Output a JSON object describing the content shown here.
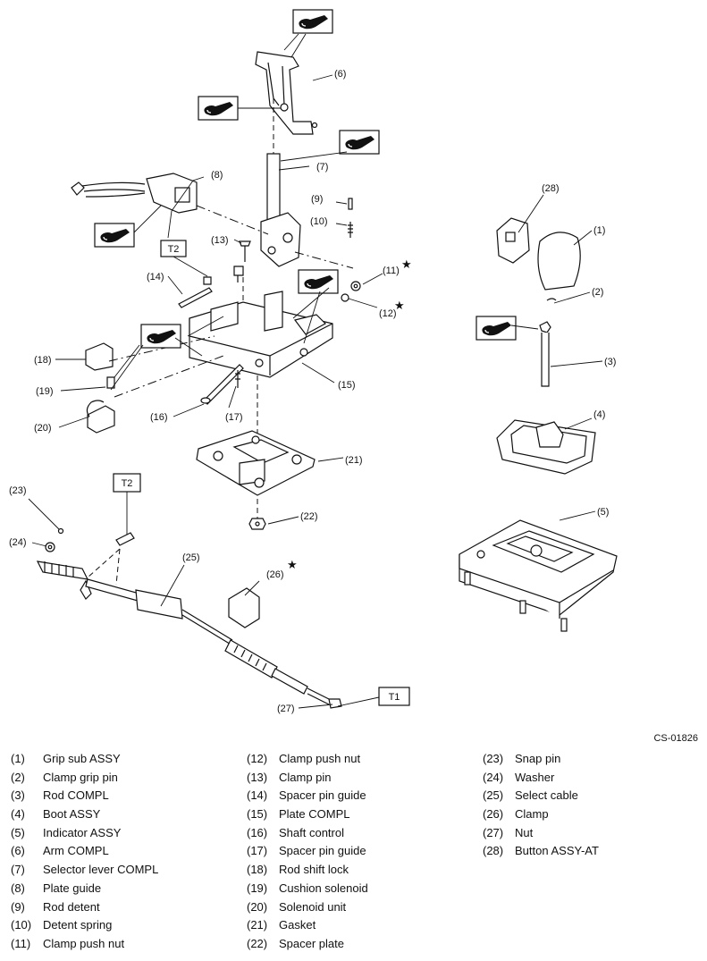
{
  "figure_code": "CS-01826",
  "torque_labels": [
    "T2",
    "T2",
    "T1"
  ],
  "callouts": [
    "(1)",
    "(2)",
    "(3)",
    "(4)",
    "(5)",
    "(6)",
    "(7)",
    "(8)",
    "(9)",
    "(10)",
    "(11)",
    "(12)",
    "(13)",
    "(14)",
    "(15)",
    "(16)",
    "(17)",
    "(18)",
    "(19)",
    "(20)",
    "(21)",
    "(22)",
    "(23)",
    "(24)",
    "(25)",
    "(26)",
    "(27)",
    "(28)"
  ],
  "star_mark": "★",
  "legend": [
    {
      "num": "(1)",
      "name": "Grip sub ASSY"
    },
    {
      "num": "(2)",
      "name": "Clamp grip pin"
    },
    {
      "num": "(3)",
      "name": "Rod COMPL"
    },
    {
      "num": "(4)",
      "name": "Boot ASSY"
    },
    {
      "num": "(5)",
      "name": "Indicator ASSY"
    },
    {
      "num": "(6)",
      "name": "Arm COMPL"
    },
    {
      "num": "(7)",
      "name": "Selector lever COMPL"
    },
    {
      "num": "(8)",
      "name": "Plate guide"
    },
    {
      "num": "(9)",
      "name": "Rod detent"
    },
    {
      "num": "(10)",
      "name": "Detent spring"
    },
    {
      "num": "(11)",
      "name": "Clamp push nut"
    },
    {
      "num": "(12)",
      "name": "Clamp push nut"
    },
    {
      "num": "(13)",
      "name": "Clamp pin"
    },
    {
      "num": "(14)",
      "name": "Spacer pin guide"
    },
    {
      "num": "(15)",
      "name": "Plate COMPL"
    },
    {
      "num": "(16)",
      "name": "Shaft control"
    },
    {
      "num": "(17)",
      "name": "Spacer pin guide"
    },
    {
      "num": "(18)",
      "name": "Rod shift lock"
    },
    {
      "num": "(19)",
      "name": "Cushion solenoid"
    },
    {
      "num": "(20)",
      "name": "Solenoid unit"
    },
    {
      "num": "(21)",
      "name": "Gasket"
    },
    {
      "num": "(22)",
      "name": "Spacer plate"
    },
    {
      "num": "(23)",
      "name": "Snap pin"
    },
    {
      "num": "(24)",
      "name": "Washer"
    },
    {
      "num": "(25)",
      "name": "Select cable"
    },
    {
      "num": "(26)",
      "name": "Clamp"
    },
    {
      "num": "(27)",
      "name": "Nut"
    },
    {
      "num": "(28)",
      "name": "Button ASSY-AT"
    }
  ]
}
